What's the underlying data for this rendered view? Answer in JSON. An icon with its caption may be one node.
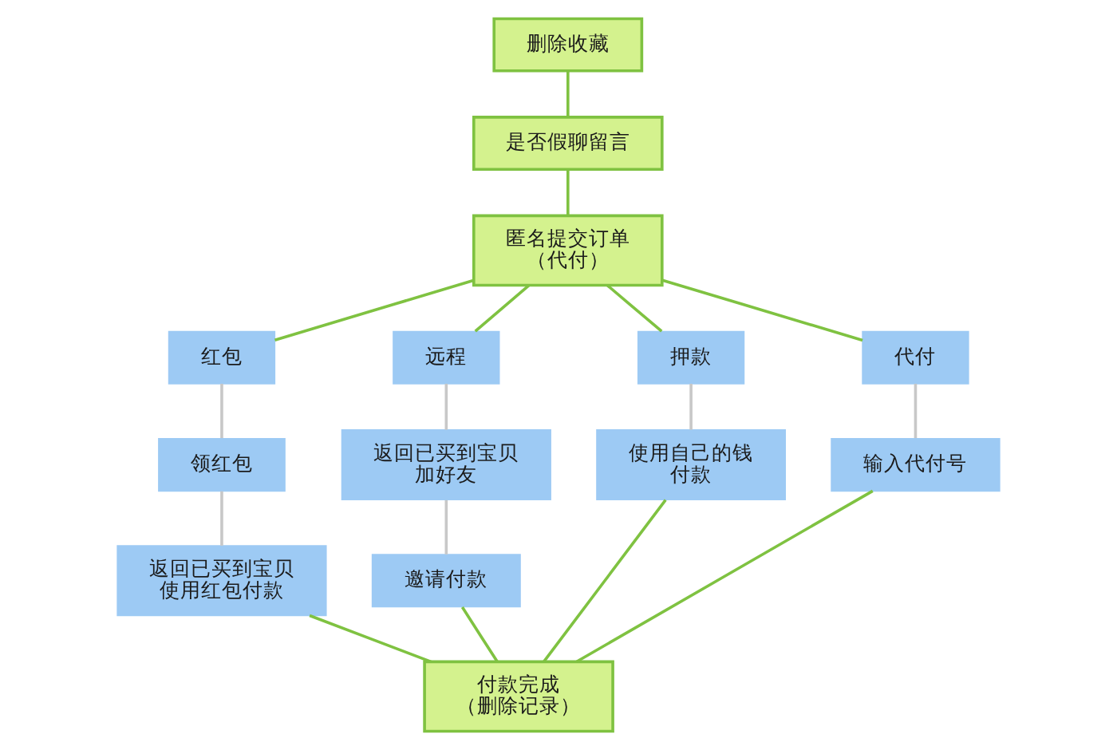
{
  "diagram": {
    "nodes": [
      {
        "text": [
          "删除收藏"
        ]
      },
      {
        "text": [
          "是否假聊留言"
        ]
      },
      {
        "text": [
          "匿名提交订单（代付）"
        ]
      },
      {
        "text": [
          "红包"
        ]
      },
      {
        "text": [
          "远程"
        ]
      },
      {
        "text": [
          "押款"
        ]
      },
      {
        "text": [
          "代付"
        ]
      },
      {
        "text": [
          "领红包"
        ]
      },
      {
        "text": [
          "返回已买到宝贝加好友"
        ]
      },
      {
        "text": [
          "使用自己的钱付款"
        ]
      },
      {
        "text": [
          "输入代付号"
        ]
      },
      {
        "text": [
          "返回已买到宝贝使用红包付款"
        ]
      },
      {
        "text": [
          "邀请付款"
        ]
      },
      {
        "text": [
          "付款完成（删除记录）"
        ]
      }
    ],
    "edges": [
      {
        "from": 0,
        "to": 1,
        "arrow": "none"
      },
      {
        "from": 1,
        "to": 2,
        "arrow": "none"
      },
      {
        "from": 2,
        "to": 3,
        "arrow": "none"
      },
      {
        "from": 2,
        "to": 4,
        "arrow": "none"
      },
      {
        "from": 2,
        "to": 5,
        "arrow": "none"
      },
      {
        "from": 2,
        "to": 6,
        "arrow": "none"
      },
      {
        "from": 3,
        "to": 7,
        "arrow": "none",
        "color": "#c8c8c8"
      },
      {
        "from": 7,
        "to": 11,
        "arrow": "none",
        "color": "#c8c8c8"
      },
      {
        "from": 4,
        "to": 8,
        "arrow": "none",
        "color": "#c8c8c8"
      },
      {
        "from": 8,
        "to": 12,
        "arrow": "none",
        "color": "#c8c8c8"
      },
      {
        "from": 5,
        "to": 9,
        "arrow": "none",
        "color": "#c8c8c8"
      },
      {
        "from": 6,
        "to": 10,
        "arrow": "none",
        "color": "#c8c8c8"
      },
      {
        "from": 11,
        "to": 13,
        "arrow": "none"
      },
      {
        "from": 12,
        "to": 13,
        "arrow": "none"
      },
      {
        "from": 9,
        "to": 13,
        "arrow": "none"
      },
      {
        "from": 10,
        "to": 13,
        "arrow": "none"
      }
    ]
  }
}
